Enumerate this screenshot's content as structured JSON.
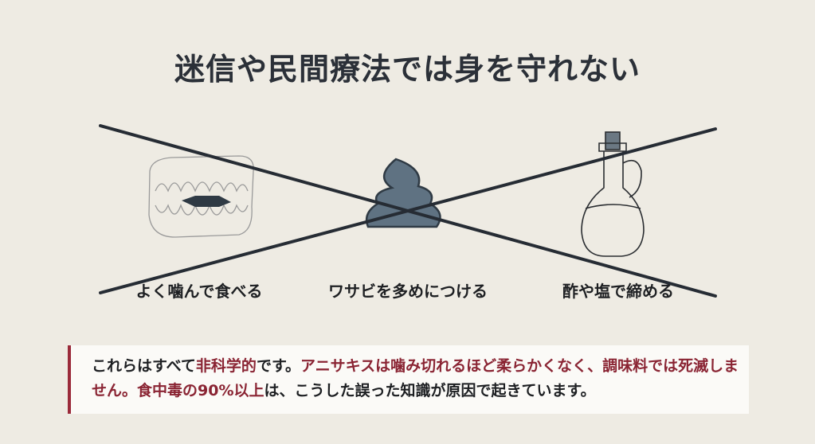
{
  "title": "迷信や民間療法では身を守れない",
  "items": [
    {
      "label": "よく噛んで食べる",
      "icon": "teeth-icon"
    },
    {
      "label": "ワサビを多めにつける",
      "icon": "wasabi-icon"
    },
    {
      "label": "酢や塩で締める",
      "icon": "vinegar-bottle-icon"
    }
  ],
  "note": {
    "segments": [
      {
        "text": "これらはすべて",
        "highlight": false
      },
      {
        "text": "非科学的",
        "highlight": true
      },
      {
        "text": "です。",
        "highlight": false
      },
      {
        "text": "アニサキスは噛み切れるほど柔らかくなく、調味料では死滅しません。食中毒の90%以上",
        "highlight": true
      },
      {
        "text": "は、こうした誤った知識が原因で起きています。",
        "highlight": false
      }
    ]
  },
  "colors": {
    "accent": "#8a2433",
    "background": "#eeebe3",
    "icon_fill": "#5f7282"
  }
}
